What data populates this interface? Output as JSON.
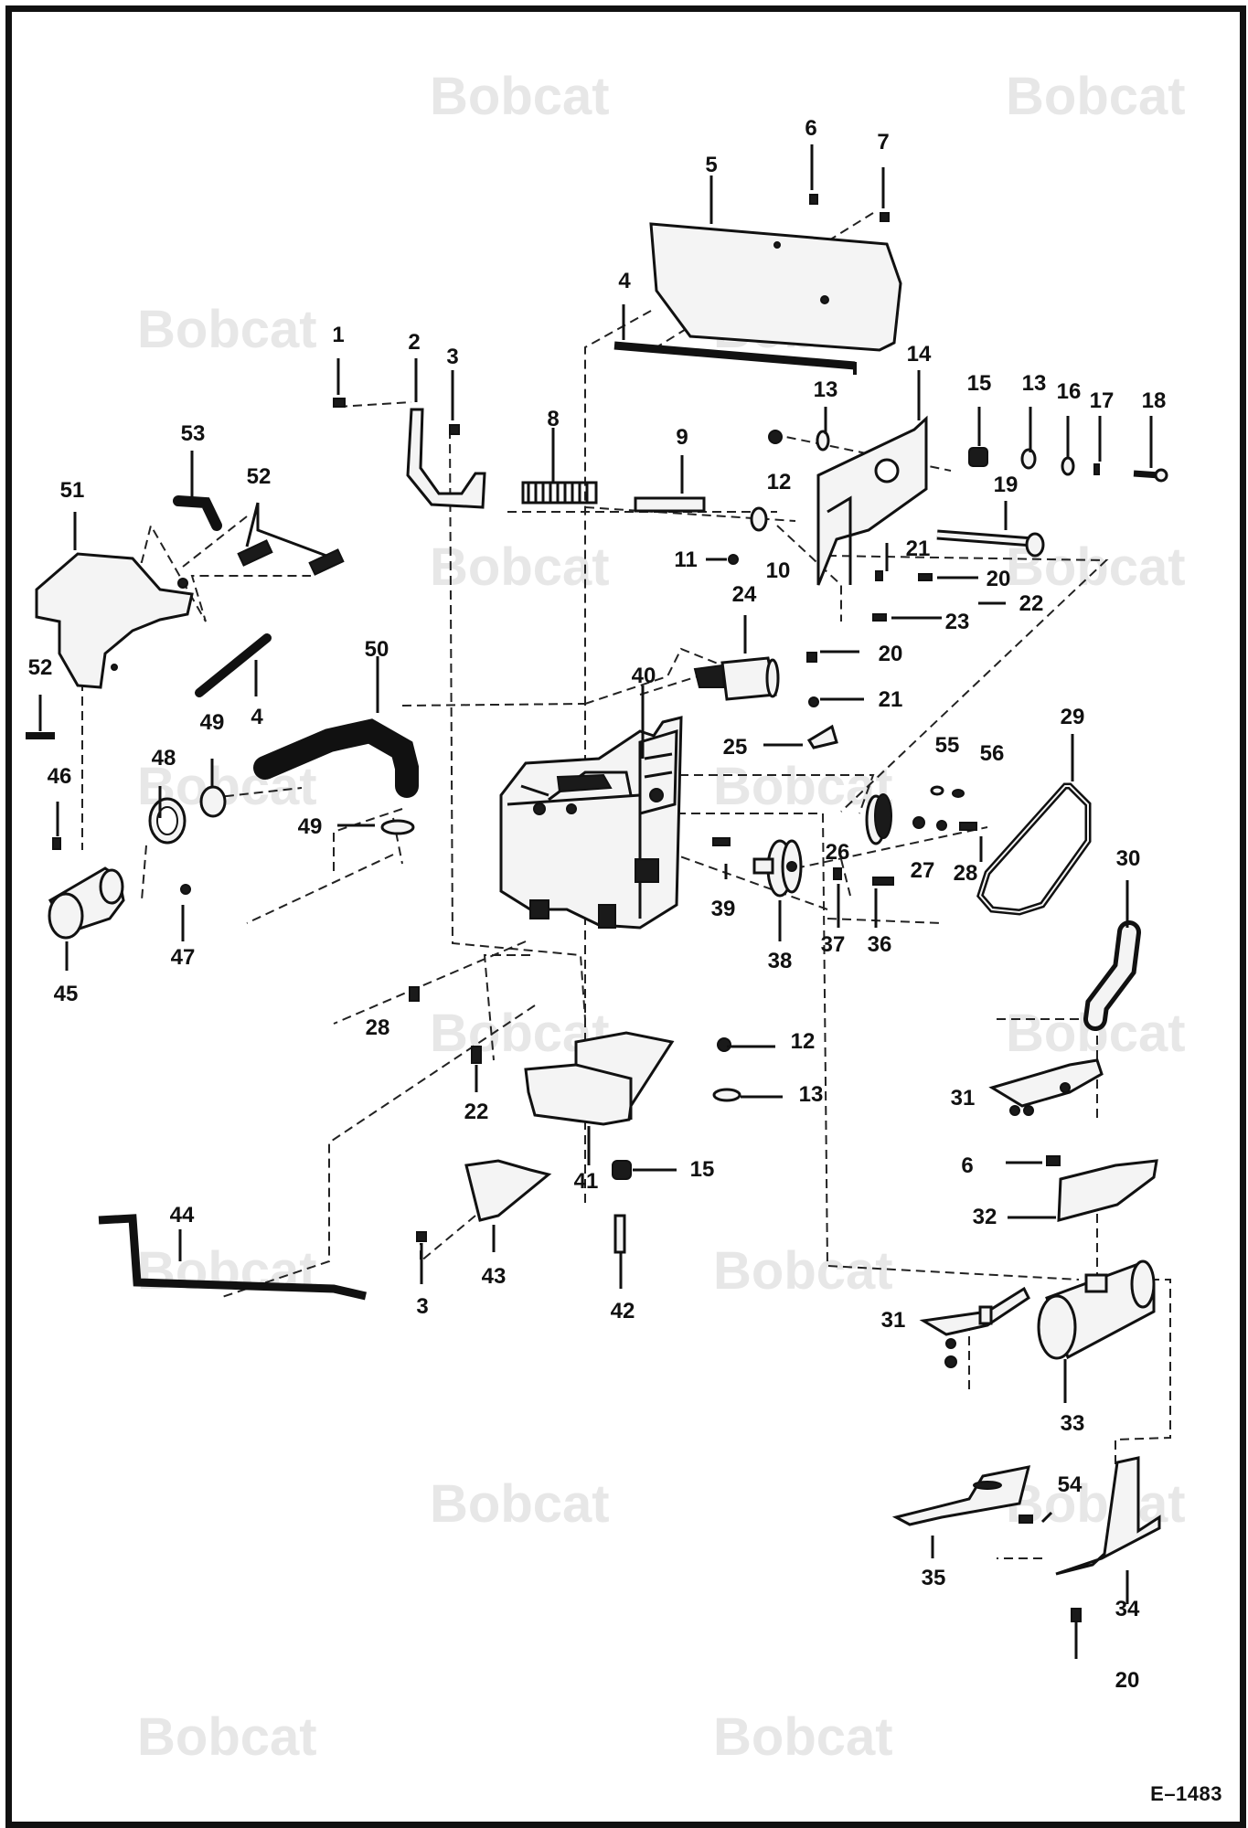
{
  "watermark": {
    "text": "Bobcat"
  },
  "drawing_ref": "E–1483",
  "callouts": [
    "1",
    "2",
    "3",
    "4",
    "5",
    "6",
    "7",
    "8",
    "9",
    "10",
    "11",
    "12",
    "13",
    "14",
    "15",
    "16",
    "17",
    "18",
    "19",
    "20",
    "21",
    "22",
    "23",
    "24",
    "25",
    "26",
    "27",
    "28",
    "29",
    "30",
    "31",
    "32",
    "33",
    "34",
    "35",
    "36",
    "37",
    "38",
    "39",
    "40",
    "41",
    "42",
    "43",
    "44",
    "45",
    "46",
    "47",
    "48",
    "49",
    "50",
    "51",
    "52",
    "53",
    "54",
    "55",
    "56"
  ]
}
